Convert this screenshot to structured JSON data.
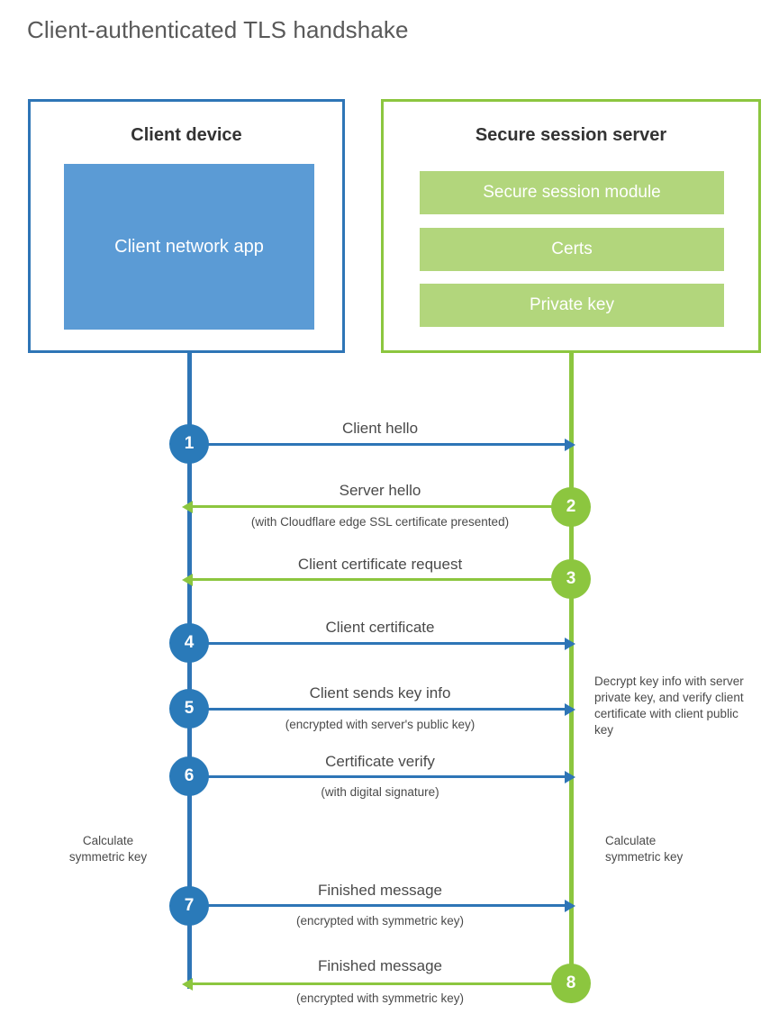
{
  "page": {
    "title": "Client-authenticated TLS handshake",
    "background": "#ffffff"
  },
  "colors": {
    "client_blue": "#2e75b6",
    "client_app_fill": "#5b9bd5",
    "step_blue": "#2a7ab9",
    "server_green": "#8cc63f",
    "server_row_fill": "#b2d67c",
    "text": "#4a4a4a",
    "title_text": "#595959"
  },
  "panels": {
    "client": {
      "title": "Client device",
      "app_label": "Client network app"
    },
    "server": {
      "title": "Secure session server",
      "rows": [
        {
          "label": "Secure session module"
        },
        {
          "label": "Certs"
        },
        {
          "label": "Private key"
        }
      ]
    }
  },
  "steps": [
    {
      "number": "1",
      "label": "Client hello",
      "sub": "",
      "direction": "client-to-server",
      "color": "blue"
    },
    {
      "number": "2",
      "label": "Server hello",
      "sub": "(with Cloudflare edge SSL certificate presented)",
      "direction": "server-to-client",
      "color": "green"
    },
    {
      "number": "3",
      "label": "Client certificate request",
      "sub": "",
      "direction": "server-to-client",
      "color": "green"
    },
    {
      "number": "4",
      "label": "Client certificate",
      "sub": "",
      "direction": "client-to-server",
      "color": "blue"
    },
    {
      "number": "5",
      "label": "Client sends key info",
      "sub": "(encrypted with server's public key)",
      "direction": "client-to-server",
      "color": "blue"
    },
    {
      "number": "6",
      "label": "Certificate verify",
      "sub": "(with digital signature)",
      "direction": "client-to-server",
      "color": "blue"
    },
    {
      "number": "7",
      "label": "Finished message",
      "sub": "(encrypted with symmetric key)",
      "direction": "client-to-server",
      "color": "blue"
    },
    {
      "number": "8",
      "label": "Finished message",
      "sub": "(encrypted with symmetric key)",
      "direction": "server-to-client",
      "color": "green"
    }
  ],
  "annotations": {
    "server_decrypt": "Decrypt key info with server private key, and verify client certificate with client public key",
    "client_calculate": "Calculate symmetric key",
    "server_calculate": "Calculate symmetric key"
  }
}
